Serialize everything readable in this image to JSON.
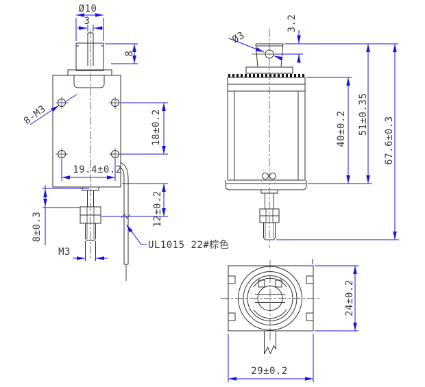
{
  "drawing": {
    "type": "engineering-drawing",
    "colors": {
      "dimension_lines": "#1414e6",
      "part_lines": "#2e2e2e",
      "dimension_text": "#3a3a3a",
      "background": "#ffffff"
    },
    "front_view": {
      "dim_plunger_tube_diameter": "Ø10",
      "dim_rod_width": "3",
      "dim_tube_height": "8",
      "label_mounting_holes": "8-M3",
      "dim_hole_spacing_vertical": "18±0.2",
      "dim_hole_spacing_horizontal": "19.4±0.2",
      "dim_shaft_exposed": "12±0.2",
      "dim_shaft_upper": "8±0.3",
      "label_thread": "M3",
      "label_lead_wire": "UL1015 22#棕色"
    },
    "side_view": {
      "dim_head_hole_diameter": "Ø3",
      "dim_hole_offset": "3.2",
      "dim_body_height": "40±0.2",
      "dim_body_plus_head": "51±0.35",
      "dim_overall_length": "67.6±0.3"
    },
    "bottom_view": {
      "dim_depth": "24±0.2",
      "dim_width": "29±0.2"
    }
  }
}
